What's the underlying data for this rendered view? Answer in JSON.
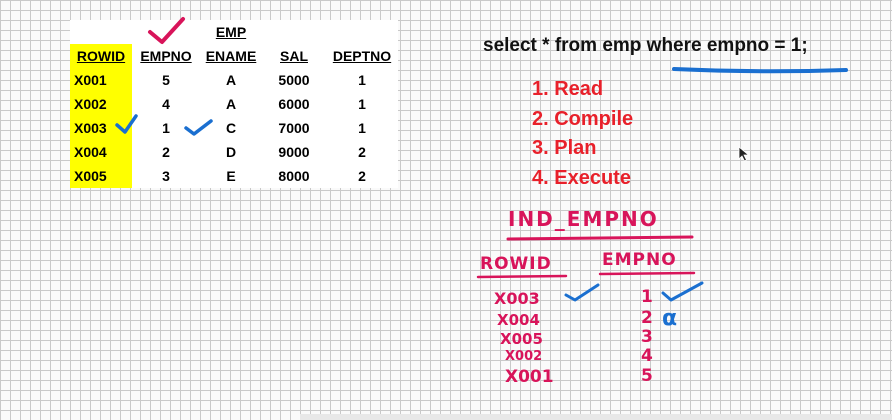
{
  "table": {
    "title": "EMP",
    "headers": {
      "rowid": "ROWID",
      "empno": "EMPNO",
      "ename": "ENAME",
      "sal": "SAL",
      "deptno": "DEPTNO"
    },
    "rows": [
      {
        "rowid": "X001",
        "empno": "5",
        "ename": "A",
        "sal": "5000",
        "deptno": "1"
      },
      {
        "rowid": "X002",
        "empno": "4",
        "ename": "A",
        "sal": "6000",
        "deptno": "1"
      },
      {
        "rowid": "X003",
        "empno": "1",
        "ename": "C",
        "sal": "7000",
        "deptno": "1"
      },
      {
        "rowid": "X004",
        "empno": "2",
        "ename": "D",
        "sal": "9000",
        "deptno": "2"
      },
      {
        "rowid": "X005",
        "empno": "3",
        "ename": "E",
        "sal": "8000",
        "deptno": "2"
      }
    ]
  },
  "query": "select * from emp where empno = 1;",
  "steps": [
    "1. Read",
    "2. Compile",
    "3. Plan",
    "4. Execute"
  ],
  "index": {
    "title": "IND_EMPNO",
    "col_rowid": "ROWID",
    "col_empno": "EMPNO",
    "rowids": [
      "X003",
      "X004",
      "X005",
      "X002",
      "X001"
    ],
    "empnos": [
      "1",
      "2",
      "3",
      "4",
      "5"
    ],
    "annotation": "α"
  },
  "colors": {
    "highlight": "#ffff00",
    "steps_red": "#e8202a",
    "ink_magenta": "#d8145a",
    "ink_blue": "#1a6fd0"
  }
}
